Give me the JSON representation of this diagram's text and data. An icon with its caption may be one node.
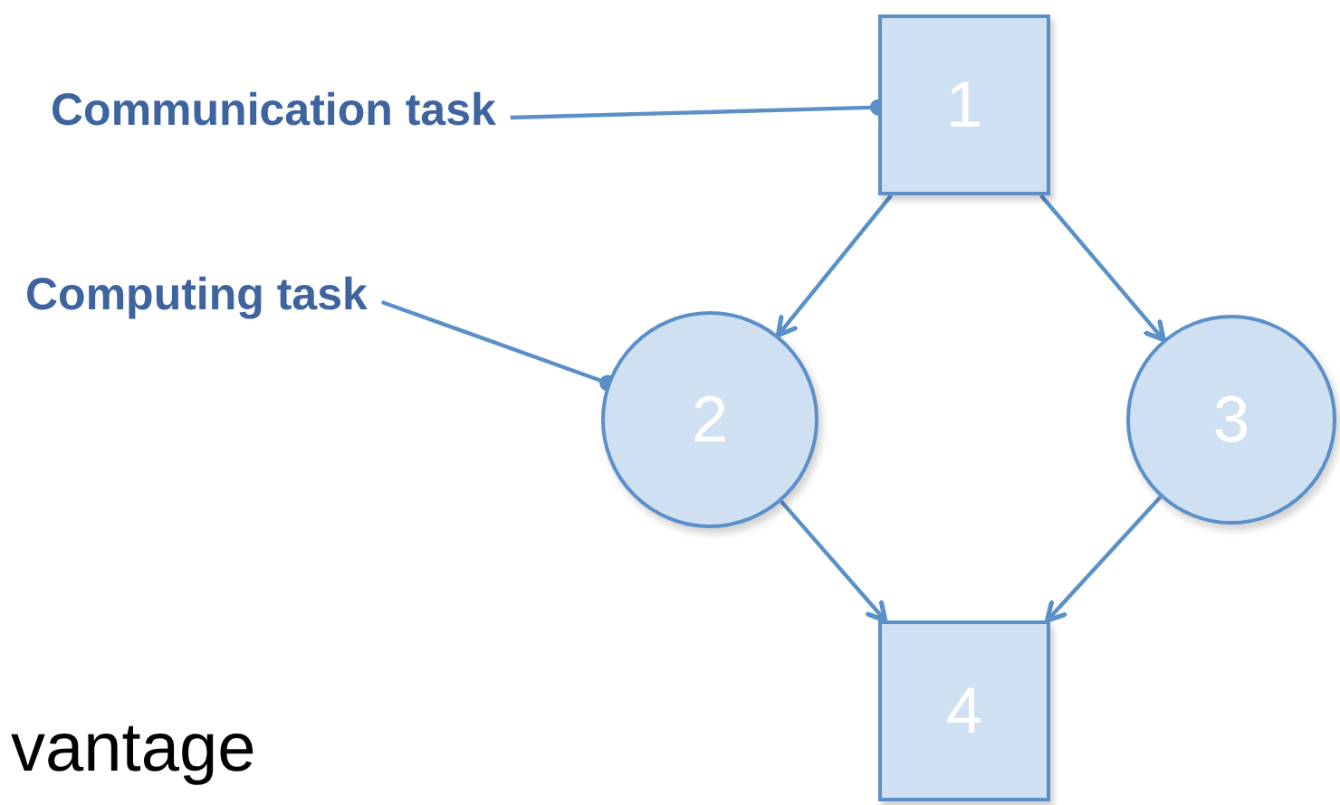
{
  "diagram": {
    "nodes": [
      {
        "text": [
          "Communication task"
        ]
      },
      {
        "text": [
          "1"
        ]
      },
      {
        "text": [
          "Computing task"
        ]
      },
      {
        "text": [
          "2"
        ]
      },
      {
        "text": [
          "3"
        ]
      },
      {
        "text": [
          "4"
        ]
      }
    ],
    "edges": [
      {
        "from": 0,
        "to": 1,
        "arrow": "other"
      },
      {
        "from": 2,
        "to": 3,
        "arrow": "other"
      },
      {
        "from": 1,
        "to": 3,
        "arrow": "to"
      },
      {
        "from": 1,
        "to": 4,
        "arrow": "to"
      },
      {
        "from": 3,
        "to": 5,
        "arrow": "to"
      },
      {
        "from": 4,
        "to": 5,
        "arrow": "to"
      }
    ],
    "labels": [
      "vantage"
    ]
  }
}
